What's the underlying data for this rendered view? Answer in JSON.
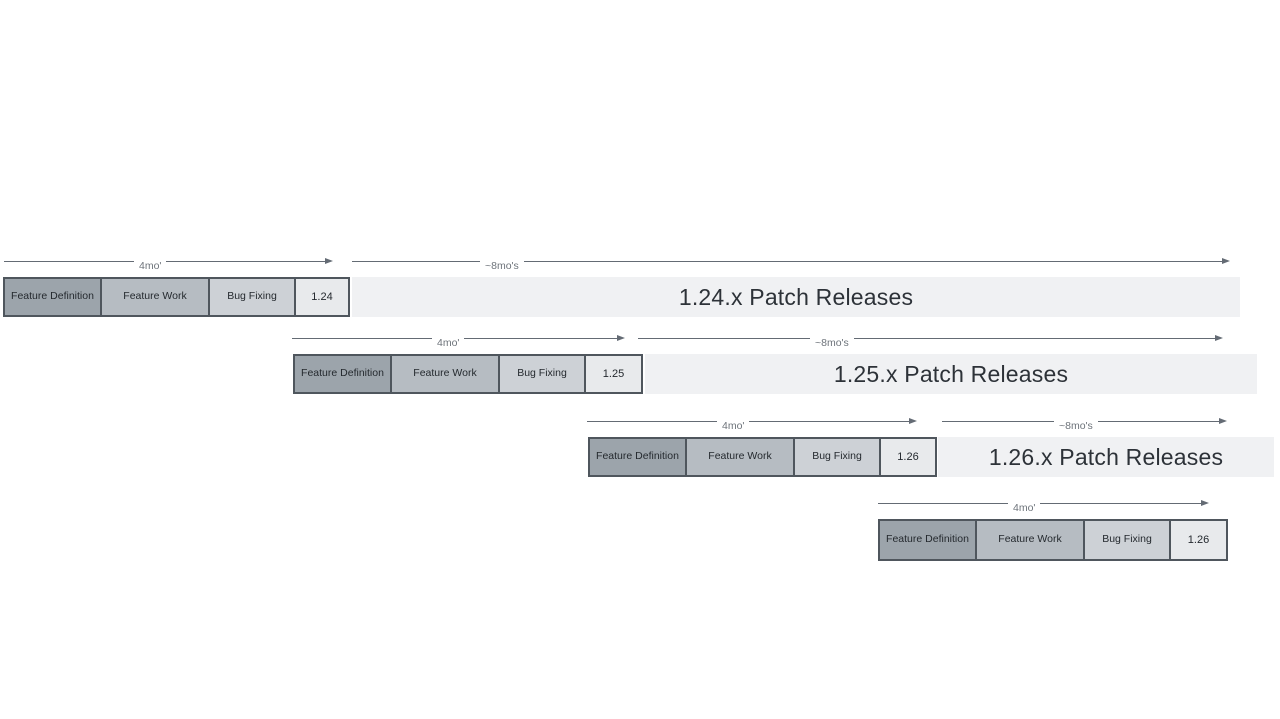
{
  "diagram_name": "Release cadence diagram",
  "rows": [
    {
      "cycle_duration_label": "4mo'",
      "phase_definition": "Feature Definition",
      "phase_work": "Feature Work",
      "phase_fixing": "Bug Fixing",
      "version": "1.24",
      "patch_duration_label": "~8mo's",
      "patch_bar_label": "1.24.x Patch Releases"
    },
    {
      "cycle_duration_label": "4mo'",
      "phase_definition": "Feature Definition",
      "phase_work": "Feature Work",
      "phase_fixing": "Bug Fixing",
      "version": "1.25",
      "patch_duration_label": "~8mo's",
      "patch_bar_label": "1.25.x Patch Releases"
    },
    {
      "cycle_duration_label": "4mo'",
      "phase_definition": "Feature Definition",
      "phase_work": "Feature Work",
      "phase_fixing": "Bug Fixing",
      "version": "1.26",
      "patch_duration_label": "~8mo's",
      "patch_bar_label": "1.26.x Patch Releases"
    },
    {
      "cycle_duration_label": "4mo'",
      "phase_definition": "Feature Definition",
      "phase_work": "Feature Work",
      "phase_fixing": "Bug Fixing",
      "version": "1.26"
    }
  ],
  "colors": {
    "phase_definition_fill": "#9ca4ab",
    "phase_work_fill": "#b6bcc2",
    "bug_fixing_fill": "#cdd1d6",
    "version_box_fill": "#e8eaec",
    "patch_bar_fill": "#f0f1f3",
    "box_border": "#4f565d",
    "arrow": "#646b74",
    "duration_label_text": "#6d737a",
    "box_label_text": "#24292e",
    "patch_label_text": "#2d3238"
  }
}
